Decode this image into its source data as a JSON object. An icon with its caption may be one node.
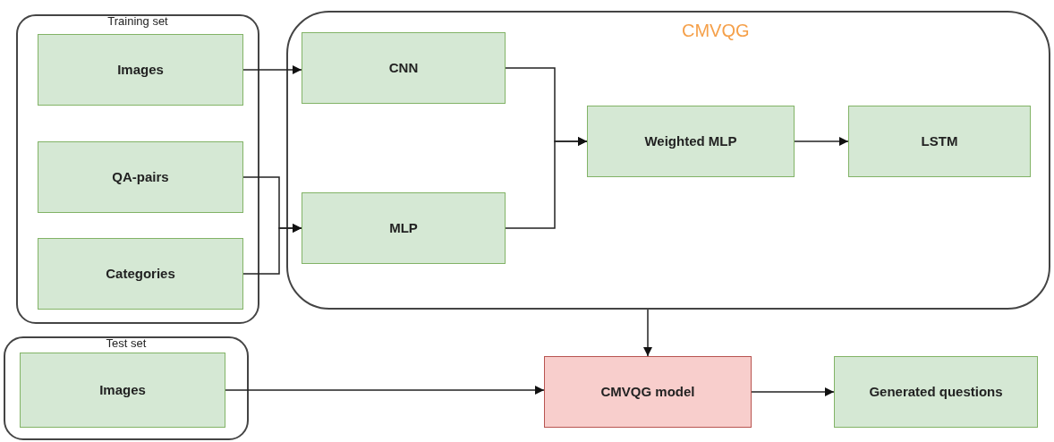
{
  "diagram": {
    "nodes": [
      {
        "text": [
          "Training set"
        ]
      },
      {
        "text": [
          "Images"
        ],
        "in": 0
      },
      {
        "text": [
          "QA-pairs"
        ],
        "in": 0
      },
      {
        "text": [
          "Categories"
        ],
        "in": 0
      },
      {
        "text": [
          "CMVQG"
        ]
      },
      {
        "text": [
          "CNN"
        ],
        "in": 4
      },
      {
        "text": [
          "MLP"
        ],
        "in": 4
      },
      {
        "text": [
          "Weighted MLP"
        ],
        "in": 4
      },
      {
        "text": [
          "LSTM"
        ],
        "in": 4
      },
      {
        "text": [
          "Test set"
        ]
      },
      {
        "text": [
          "Images"
        ],
        "in": 9
      },
      {
        "text": [
          "CMVQG model"
        ]
      },
      {
        "text": [
          "Generated questions"
        ]
      }
    ],
    "edges": [
      {
        "from": 1,
        "to": 5,
        "arrow": "to"
      },
      {
        "from": 2,
        "to": 6,
        "arrow": "to"
      },
      {
        "from": 3,
        "to": 6,
        "arrow": "to"
      },
      {
        "from": 5,
        "to": 7,
        "arrow": "to"
      },
      {
        "from": 6,
        "to": 7,
        "arrow": "to"
      },
      {
        "from": 7,
        "to": 8,
        "arrow": "to"
      },
      {
        "from": 4,
        "to": 11,
        "arrow": "to"
      },
      {
        "from": 10,
        "to": 11,
        "arrow": "to"
      },
      {
        "from": 11,
        "to": 12,
        "arrow": "to"
      }
    ]
  }
}
